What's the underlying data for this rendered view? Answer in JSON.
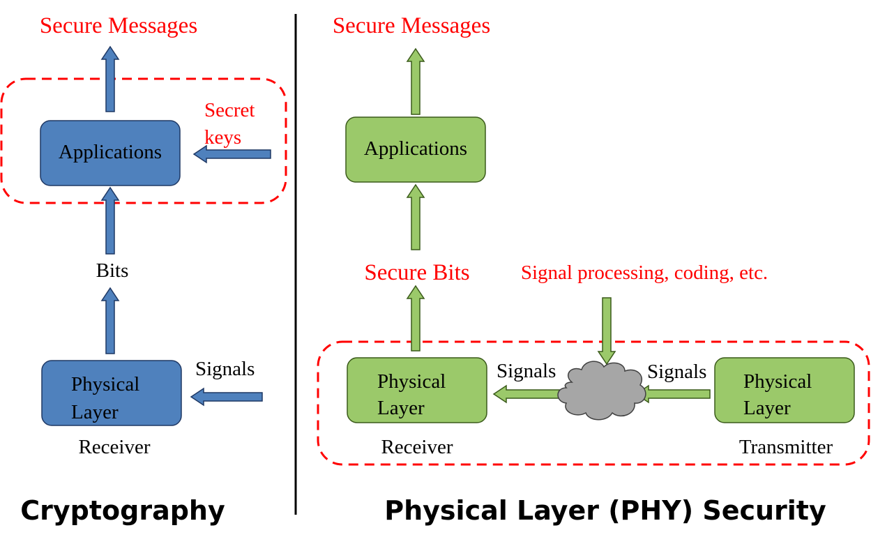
{
  "left": {
    "top_title": "Secure Messages",
    "applications": "Applications",
    "secret_keys_line1": "Secret",
    "secret_keys_line2": "keys",
    "bits": "Bits",
    "signals": "Signals",
    "physical_line1": "Physical",
    "physical_line2": "Layer",
    "receiver": "Receiver",
    "heading": "Cryptography"
  },
  "right": {
    "top_title": "Secure Messages",
    "applications": "Applications",
    "secure_bits": "Secure Bits",
    "signal_processing": "Signal processing, coding, etc.",
    "signals_rx": "Signals",
    "signals_tx": "Signals",
    "rx_physical_line1": "Physical",
    "rx_physical_line2": "Layer",
    "tx_physical_line1": "Physical",
    "tx_physical_line2": "Layer",
    "receiver": "Receiver",
    "transmitter": "Transmitter",
    "heading": "Physical Layer (PHY) Security"
  },
  "colors": {
    "red_text": "#ff0000",
    "blue_fill": "#4f81bd",
    "blue_stroke": "#1f3864",
    "green_fill": "#9bc96a",
    "green_stroke": "#3a5a1a",
    "cloud_fill": "#a6a6a6",
    "dashed_red": "#ff0000"
  }
}
